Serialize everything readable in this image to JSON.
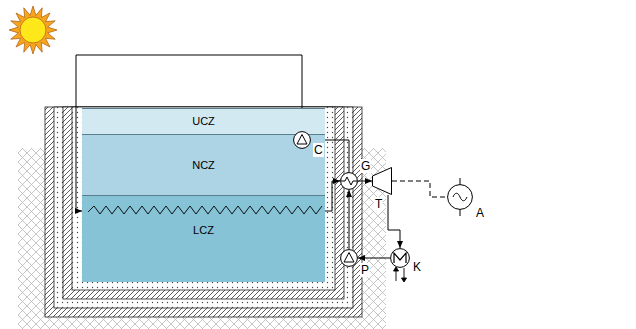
{
  "diagram": {
    "nodes": [
      {
        "text": [
          "UCZ"
        ]
      },
      {
        "text": [
          "NCZ"
        ]
      },
      {
        "text": [
          "LCZ"
        ]
      },
      {
        "text": [
          "C"
        ]
      },
      {
        "text": [
          "G"
        ]
      },
      {
        "text": [
          "T"
        ]
      },
      {
        "text": [
          "A"
        ]
      },
      {
        "text": [
          "K"
        ]
      },
      {
        "text": [
          "P"
        ]
      }
    ],
    "edges": [
      {
        "from": 2,
        "to": 4,
        "arrow": "to"
      },
      {
        "from": 4,
        "to": 3,
        "arrow": "none"
      },
      {
        "from": 3,
        "to": 2,
        "arrow": "to"
      },
      {
        "from": 4,
        "to": 5,
        "arrow": "to"
      },
      {
        "from": 5,
        "to": 7,
        "arrow": "to"
      },
      {
        "from": 7,
        "to": 8,
        "arrow": "to"
      },
      {
        "from": 8,
        "to": 4,
        "arrow": "to"
      },
      {
        "from": 5,
        "to": 6,
        "arrow": "none"
      }
    ]
  }
}
